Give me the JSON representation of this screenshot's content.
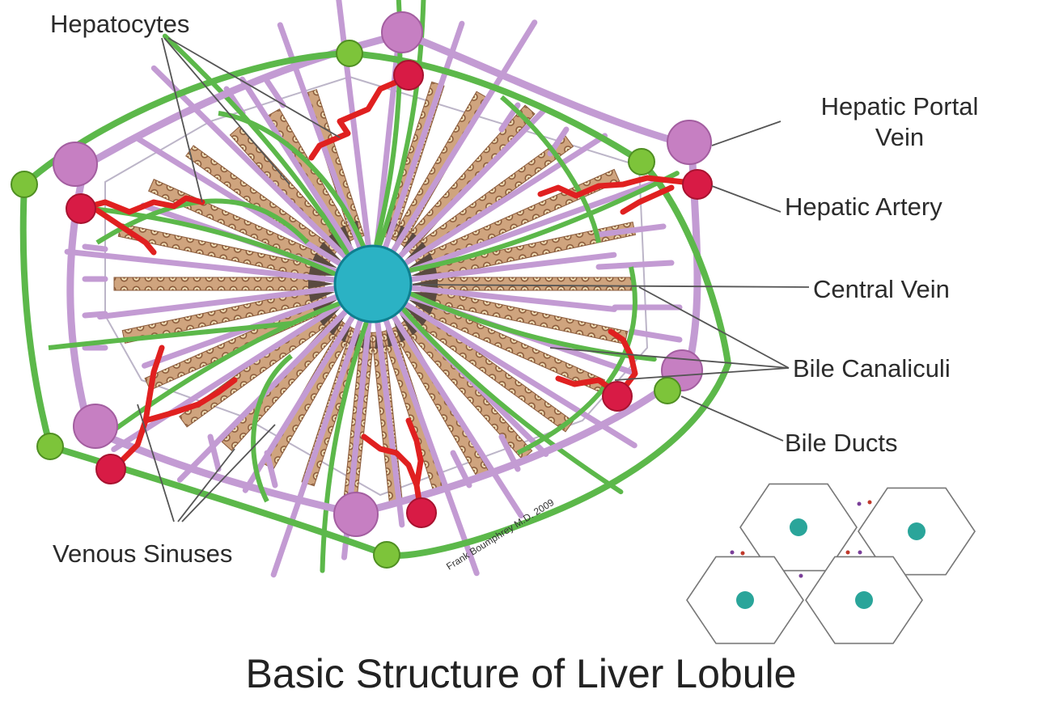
{
  "labels": {
    "hepatocytes": "Hepatocytes",
    "portal_vein_line1": "Hepatic Portal",
    "portal_vein_line2": "Vein",
    "hepatic_artery": "Hepatic Artery",
    "central_vein": "Central Vein",
    "bile_canaliculi": "Bile Canaliculi",
    "bile_ducts": "Bile Ducts",
    "venous_sinuses": "Venous Sinuses"
  },
  "credit": "Frank Boumphrey M.D. 2009",
  "title": "Basic Structure of Liver Lobule",
  "colors": {
    "portal_vein": "#c67fc2",
    "hepatic_artery": "#d81b45",
    "bile_duct": "#7dc43a",
    "central_vein": "#2bb2c4",
    "sinusoid": "#c39bd3",
    "bile_channel": "#5cb84a",
    "hepatocyte_cord": "#c8a07a",
    "arteriole": "#e02020",
    "leader_line": "#555555"
  }
}
